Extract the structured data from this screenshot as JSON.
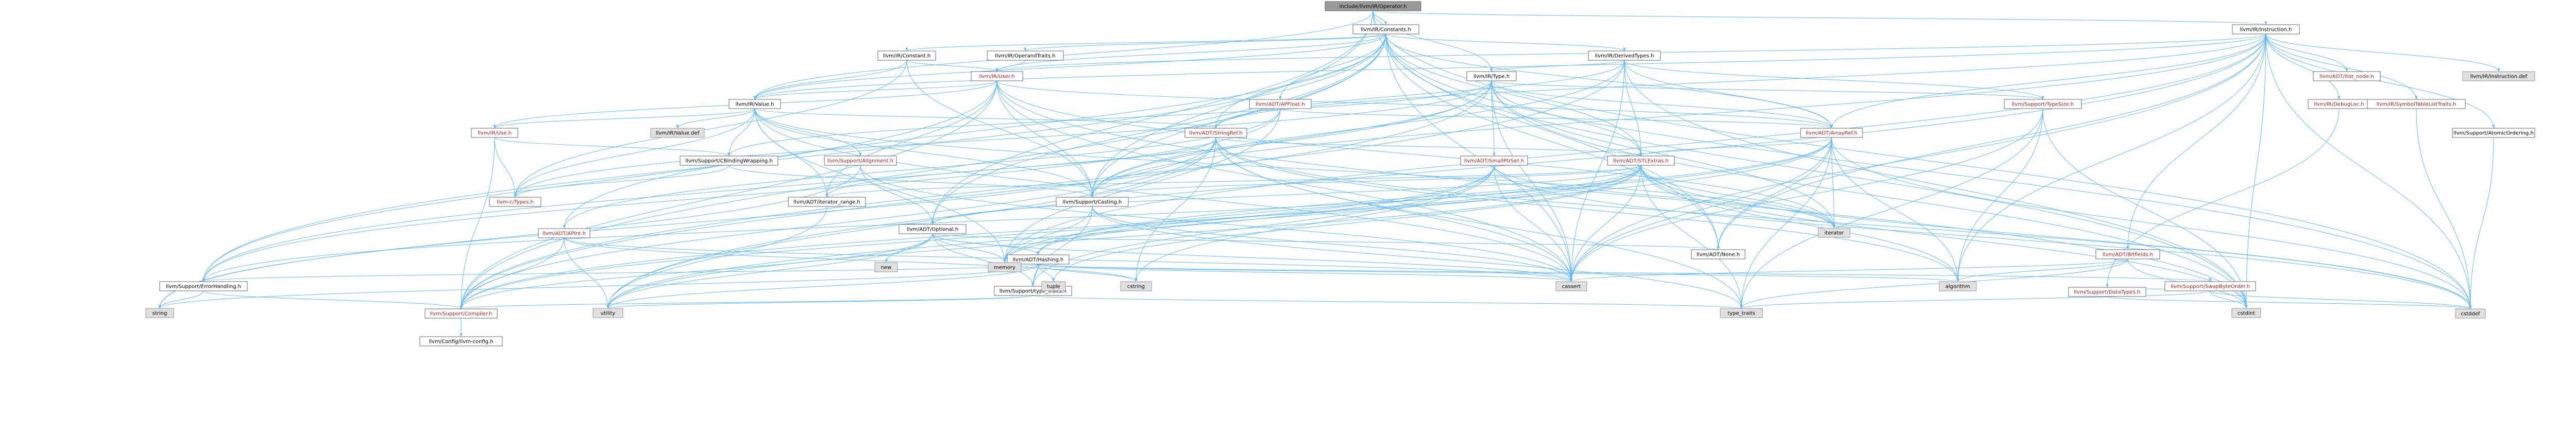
{
  "colors": {
    "root_fill": "#999999",
    "node_fill": "#ffffff",
    "node_border": "#666666",
    "external_fill": "#e0e0e0",
    "external_border": "#999999",
    "red_text": "#b41e1e",
    "edge": "#63b8ff"
  },
  "nodes": [
    {
      "id": "root",
      "label": "include/llvm/IR/Operator.h",
      "kind": "root"
    },
    {
      "id": "constants",
      "label": "llvm/IR/Constants.h",
      "kind": "normal"
    },
    {
      "id": "instruction",
      "label": "llvm/IR/Instruction.h",
      "kind": "normal"
    },
    {
      "id": "constant",
      "label": "llvm/IR/Constant.h",
      "kind": "normal"
    },
    {
      "id": "operandtraits",
      "label": "llvm/IR/OperandTraits.h",
      "kind": "normal"
    },
    {
      "id": "derivedtypes",
      "label": "llvm/IR/DerivedTypes.h",
      "kind": "normal"
    },
    {
      "id": "user",
      "label": "llvm/IR/User.h",
      "kind": "red"
    },
    {
      "id": "type",
      "label": "llvm/IR/Type.h",
      "kind": "normal"
    },
    {
      "id": "value",
      "label": "llvm/IR/Value.h",
      "kind": "normal"
    },
    {
      "id": "apfloat",
      "label": "llvm/ADT/APFloat.h",
      "kind": "red"
    },
    {
      "id": "typesize",
      "label": "llvm/Support/TypeSize.h",
      "kind": "red"
    },
    {
      "id": "ilist_node",
      "label": "llvm/ADT/ilist_node.h",
      "kind": "red"
    },
    {
      "id": "instruction_def",
      "label": "llvm/IR/Instruction.def",
      "kind": "external"
    },
    {
      "id": "debugloc",
      "label": "llvm/IR/DebugLoc.h",
      "kind": "red"
    },
    {
      "id": "symboltable",
      "label": "llvm/IR/SymbolTableListTraits.h",
      "kind": "red"
    },
    {
      "id": "atomicordering",
      "label": "llvm/Support/AtomicOrdering.h",
      "kind": "normal"
    },
    {
      "id": "use",
      "label": "llvm/IR/Use.h",
      "kind": "red"
    },
    {
      "id": "value_def",
      "label": "llvm/IR/Value.def",
      "kind": "external"
    },
    {
      "id": "stringref",
      "label": "llvm/ADT/StringRef.h",
      "kind": "red"
    },
    {
      "id": "arrayref",
      "label": "llvm/ADT/ArrayRef.h",
      "kind": "red"
    },
    {
      "id": "cbindingwrapping",
      "label": "llvm/Support/CBindingWrapping.h",
      "kind": "normal"
    },
    {
      "id": "alignment",
      "label": "llvm/Support/Alignment.h",
      "kind": "red"
    },
    {
      "id": "smallptrset",
      "label": "llvm/ADT/SmallPtrSet.h",
      "kind": "red"
    },
    {
      "id": "stlextras",
      "label": "llvm/ADT/STLExtras.h",
      "kind": "red"
    },
    {
      "id": "llvm_ctypes",
      "label": "llvm-c/Types.h",
      "kind": "red"
    },
    {
      "id": "iterator_range",
      "label": "llvm/ADT/iterator_range.h",
      "kind": "normal"
    },
    {
      "id": "optional",
      "label": "llvm/ADT/Optional.h",
      "kind": "normal"
    },
    {
      "id": "casting",
      "label": "llvm/Support/Casting.h",
      "kind": "normal"
    },
    {
      "id": "apint",
      "label": "llvm/ADT/APInt.h",
      "kind": "red"
    },
    {
      "id": "hashing",
      "label": "llvm/ADT/Hashing.h",
      "kind": "normal"
    },
    {
      "id": "errorhandling",
      "label": "llvm/Support/ErrorHandling.h",
      "kind": "normal"
    },
    {
      "id": "typetraits",
      "label": "llvm/Support/type_traits.h",
      "kind": "normal"
    },
    {
      "id": "compiler",
      "label": "llvm/Support/Compiler.h",
      "kind": "red"
    },
    {
      "id": "llvmconfig",
      "label": "llvm/Config/llvm-config.h",
      "kind": "normal"
    },
    {
      "id": "none",
      "label": "llvm/ADT/None.h",
      "kind": "normal"
    },
    {
      "id": "bitfields",
      "label": "llvm/ADT/Bitfields.h",
      "kind": "red"
    },
    {
      "id": "swapbyteorder",
      "label": "llvm/Support/SwapByteOrder.h",
      "kind": "red"
    },
    {
      "id": "datatypes",
      "label": "llvm/Support/DataTypes.h",
      "kind": "red"
    },
    {
      "id": "new",
      "label": "new",
      "kind": "external"
    },
    {
      "id": "memory",
      "label": "memory",
      "kind": "external"
    },
    {
      "id": "string",
      "label": "string",
      "kind": "external"
    },
    {
      "id": "utility",
      "label": "utility",
      "kind": "external"
    },
    {
      "id": "cstring",
      "label": "cstring",
      "kind": "external"
    },
    {
      "id": "tuple",
      "label": "tuple",
      "kind": "external"
    },
    {
      "id": "cassert",
      "label": "cassert",
      "kind": "external"
    },
    {
      "id": "iterator",
      "label": "iterator",
      "kind": "external"
    },
    {
      "id": "algorithm",
      "label": "algorithm",
      "kind": "external"
    },
    {
      "id": "cstdint",
      "label": "cstdint",
      "kind": "external"
    },
    {
      "id": "cstddef",
      "label": "cstddef",
      "kind": "external"
    },
    {
      "id": "type_traits",
      "label": "type_traits",
      "kind": "external"
    }
  ],
  "edges": [
    [
      "root",
      "constants"
    ],
    [
      "root",
      "instruction"
    ],
    [
      "root",
      "type"
    ],
    [
      "root",
      "value"
    ],
    [
      "root",
      "casting"
    ],
    [
      "root",
      "none"
    ],
    [
      "root",
      "cstddef"
    ],
    [
      "root",
      "optional"
    ],
    [
      "constants",
      "constant"
    ],
    [
      "constants",
      "operandtraits"
    ],
    [
      "constants",
      "derivedtypes"
    ],
    [
      "constants",
      "user"
    ],
    [
      "constants",
      "value"
    ],
    [
      "constants",
      "apfloat"
    ],
    [
      "constants",
      "apint"
    ],
    [
      "constants",
      "arrayref"
    ],
    [
      "constants",
      "stringref"
    ],
    [
      "constants",
      "stlextras"
    ],
    [
      "constants",
      "casting"
    ],
    [
      "constants",
      "compiler"
    ],
    [
      "constants",
      "errorhandling"
    ],
    [
      "constants",
      "cassert"
    ],
    [
      "constants",
      "cstddef"
    ],
    [
      "constants",
      "cstdint"
    ],
    [
      "constants",
      "optional"
    ],
    [
      "constants",
      "none"
    ],
    [
      "constant",
      "user"
    ],
    [
      "constant",
      "value"
    ],
    [
      "constant",
      "casting"
    ],
    [
      "constant",
      "llvm_ctypes"
    ],
    [
      "operandtraits",
      "user"
    ],
    [
      "derivedtypes",
      "type"
    ],
    [
      "derivedtypes",
      "arrayref"
    ],
    [
      "derivedtypes",
      "stlextras"
    ],
    [
      "derivedtypes",
      "stringref"
    ],
    [
      "derivedtypes",
      "casting"
    ],
    [
      "derivedtypes",
      "compiler"
    ],
    [
      "derivedtypes",
      "typesize"
    ],
    [
      "derivedtypes",
      "cassert"
    ],
    [
      "derivedtypes",
      "cstdint"
    ],
    [
      "user",
      "use"
    ],
    [
      "user",
      "value"
    ],
    [
      "user",
      "arrayref"
    ],
    [
      "user",
      "iterator_range"
    ],
    [
      "user",
      "casting"
    ],
    [
      "user",
      "compiler"
    ],
    [
      "user",
      "errorhandling"
    ],
    [
      "user",
      "cassert"
    ],
    [
      "user",
      "cstdint"
    ],
    [
      "user",
      "iterator"
    ],
    [
      "type",
      "arrayref"
    ],
    [
      "type",
      "smallptrset"
    ],
    [
      "type",
      "stlextras"
    ],
    [
      "type",
      "casting"
    ],
    [
      "type",
      "cbindingwrapping"
    ],
    [
      "type",
      "compiler"
    ],
    [
      "type",
      "errorhandling"
    ],
    [
      "type",
      "typesize"
    ],
    [
      "type",
      "cassert"
    ],
    [
      "type",
      "cstdint"
    ],
    [
      "type",
      "iterator"
    ],
    [
      "type",
      "llvm_ctypes"
    ],
    [
      "value",
      "use"
    ],
    [
      "value",
      "value_def"
    ],
    [
      "value",
      "stringref"
    ],
    [
      "value",
      "iterator_range"
    ],
    [
      "value",
      "alignment"
    ],
    [
      "value",
      "cbindingwrapping"
    ],
    [
      "value",
      "casting"
    ],
    [
      "value",
      "llvm_ctypes"
    ],
    [
      "value",
      "cassert"
    ],
    [
      "value",
      "iterator"
    ],
    [
      "value",
      "memory"
    ],
    [
      "apfloat",
      "apint"
    ],
    [
      "apfloat",
      "arrayref"
    ],
    [
      "apfloat",
      "floatingpoint"
    ],
    [
      "apfloat",
      "errorhandling"
    ],
    [
      "apfloat",
      "memory"
    ],
    [
      "typesize",
      "mathextras"
    ],
    [
      "typesize",
      "algorithm"
    ],
    [
      "typesize",
      "array"
    ],
    [
      "typesize",
      "cassert"
    ],
    [
      "typesize",
      "cstdint"
    ],
    [
      "typesize",
      "type_traits"
    ],
    [
      "instruction",
      "ilist_node"
    ],
    [
      "instruction",
      "bitfields"
    ],
    [
      "instruction",
      "none"
    ],
    [
      "instruction",
      "stringref"
    ],
    [
      "instruction",
      "debugloc"
    ],
    [
      "instruction",
      "symboltable"
    ],
    [
      "instruction",
      "user"
    ],
    [
      "instruction",
      "value"
    ],
    [
      "instruction",
      "atomicordering"
    ],
    [
      "instruction",
      "casting"
    ],
    [
      "instruction",
      "instruction_def"
    ],
    [
      "instruction",
      "arrayref"
    ],
    [
      "instruction",
      "cstdint"
    ],
    [
      "instruction",
      "utility"
    ],
    [
      "instruction",
      "algorithm"
    ],
    [
      "instruction",
      "cassert"
    ],
    [
      "instruction",
      "cstddef"
    ],
    [
      "instruction",
      "memory"
    ],
    [
      "debugloc",
      "datatypes"
    ],
    [
      "symboltable",
      "cstddef"
    ],
    [
      "atomicordering",
      "cstddef"
    ],
    [
      "use",
      "cbindingwrapping"
    ],
    [
      "use",
      "compiler"
    ],
    [
      "use",
      "llvm_ctypes"
    ],
    [
      "stringref",
      "stlextras"
    ],
    [
      "stringref",
      "iterator_range"
    ],
    [
      "stringref",
      "compiler"
    ],
    [
      "stringref",
      "algorithm"
    ],
    [
      "stringref",
      "cassert"
    ],
    [
      "stringref",
      "cstddef"
    ],
    [
      "stringref",
      "cstring"
    ],
    [
      "stringref",
      "limits"
    ],
    [
      "stringref",
      "string"
    ],
    [
      "stringref",
      "type_traits"
    ],
    [
      "stringref",
      "utility"
    ],
    [
      "arrayref",
      "hashing"
    ],
    [
      "arrayref",
      "none"
    ],
    [
      "arrayref",
      "smallvector"
    ],
    [
      "arrayref",
      "stlextras"
    ],
    [
      "arrayref",
      "compiler"
    ],
    [
      "arrayref",
      "algorithm"
    ],
    [
      "arrayref",
      "array"
    ],
    [
      "arrayref",
      "cassert"
    ],
    [
      "arrayref",
      "cstddef"
    ],
    [
      "arrayref",
      "initializer_list"
    ],
    [
      "arrayref",
      "iterator"
    ],
    [
      "arrayref",
      "memory"
    ],
    [
      "arrayref",
      "type_traits"
    ],
    [
      "arrayref",
      "vector"
    ],
    [
      "cbindingwrapping",
      "casting"
    ],
    [
      "cbindingwrapping",
      "llvm_ctypes"
    ],
    [
      "alignment",
      "mathextras"
    ],
    [
      "alignment",
      "cassert"
    ],
    [
      "alignment",
      "optional"
    ],
    [
      "alignment",
      "string"
    ],
    [
      "smallptrset",
      "epochtracker"
    ],
    [
      "smallptrset",
      "compiler"
    ],
    [
      "smallptrset",
      "reversedoperation"
    ],
    [
      "smallptrset",
      "typetraits"
    ],
    [
      "smallptrset",
      "cassert"
    ],
    [
      "smallptrset",
      "cstddef"
    ],
    [
      "smallptrset",
      "cstdlib"
    ],
    [
      "smallptrset",
      "cstring"
    ],
    [
      "smallptrset",
      "initializer_list"
    ],
    [
      "smallptrset",
      "iterator"
    ],
    [
      "smallptrset",
      "utility"
    ],
    [
      "stlextras",
      "hashing"
    ],
    [
      "stlextras",
      "optional"
    ],
    [
      "stlextras",
      "iterator_range"
    ],
    [
      "stlextras",
      "iterator"
    ],
    [
      "stlextras",
      "errorhandling"
    ],
    [
      "stlextras",
      "casting"
    ],
    [
      "stlextras",
      "algorithm"
    ],
    [
      "stlextras",
      "cassert"
    ],
    [
      "stlextras",
      "cstddef"
    ],
    [
      "stlextras",
      "cstdint"
    ],
    [
      "stlextras",
      "cstdlib"
    ],
    [
      "stlextras",
      "functional"
    ],
    [
      "stlextras",
      "initializer_list"
    ],
    [
      "stlextras",
      "limits"
    ],
    [
      "stlextras",
      "memory"
    ],
    [
      "stlextras",
      "tuple"
    ],
    [
      "stlextras",
      "type_traits"
    ],
    [
      "stlextras",
      "utility"
    ],
    [
      "iterator_range",
      "utility"
    ],
    [
      "optional",
      "hashing"
    ],
    [
      "optional",
      "none"
    ],
    [
      "optional",
      "compiler"
    ],
    [
      "optional",
      "typetraits"
    ],
    [
      "optional",
      "cassert"
    ],
    [
      "optional",
      "memory"
    ],
    [
      "optional",
      "new"
    ],
    [
      "optional",
      "utility"
    ],
    [
      "casting",
      "typetraits"
    ],
    [
      "casting",
      "cassert"
    ],
    [
      "casting",
      "memory"
    ],
    [
      "casting",
      "type_traits"
    ],
    [
      "apint",
      "compiler"
    ],
    [
      "apint",
      "mathextras"
    ],
    [
      "apint",
      "cassert"
    ],
    [
      "apint",
      "climits"
    ],
    [
      "apint",
      "cstring"
    ],
    [
      "apint",
      "utility"
    ],
    [
      "hashing",
      "errorhandling"
    ],
    [
      "hashing",
      "swapbyteorder"
    ],
    [
      "hashing",
      "typetraits"
    ],
    [
      "hashing",
      "algorithm"
    ],
    [
      "hashing",
      "cassert"
    ],
    [
      "hashing",
      "cstring"
    ],
    [
      "hashing",
      "string"
    ],
    [
      "hashing",
      "tuple"
    ],
    [
      "hashing",
      "utility"
    ],
    [
      "errorhandling",
      "compiler"
    ],
    [
      "errorhandling",
      "string"
    ],
    [
      "typetraits",
      "compiler"
    ],
    [
      "typetraits",
      "type_traits"
    ],
    [
      "typetraits",
      "utility"
    ],
    [
      "compiler",
      "llvmconfig"
    ],
    [
      "bitfields",
      "algorithm"
    ],
    [
      "bitfields",
      "cassert"
    ],
    [
      "bitfields",
      "climits"
    ],
    [
      "bitfields",
      "cstdint"
    ],
    [
      "bitfields",
      "limits"
    ],
    [
      "bitfields",
      "type_traits"
    ],
    [
      "swapbyteorder",
      "datatypes"
    ],
    [
      "swapbyteorder",
      "cstddef"
    ],
    [
      "swapbyteorder",
      "cstdint"
    ],
    [
      "swapbyteorder",
      "type_traits"
    ],
    [
      "datatypes",
      "cstddef"
    ]
  ]
}
